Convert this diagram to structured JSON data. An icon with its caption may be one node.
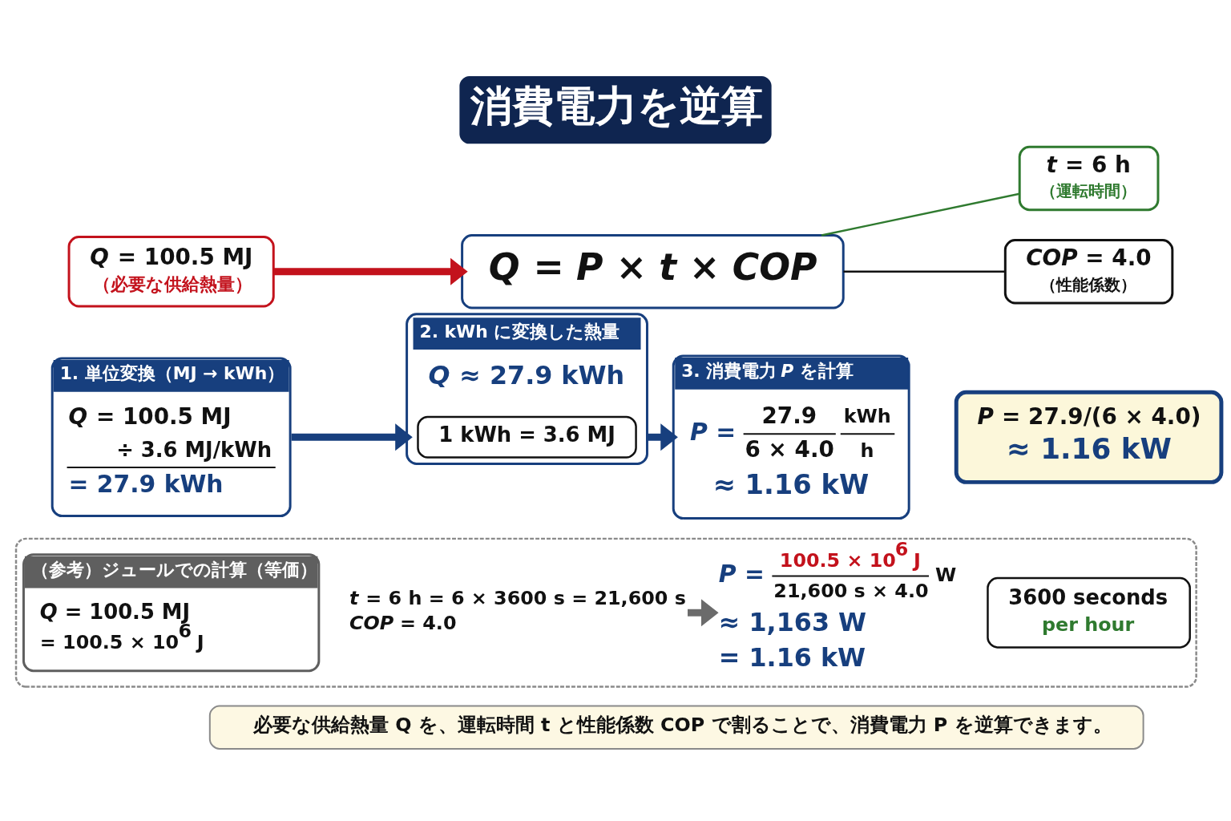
{
  "diagram": {
    "title": "消費電力を逆算",
    "nodes": [
      {
        "text": [
          "*Q* = 100.5 MJ",
          "（必要な供給熱量）"
        ]
      },
      {
        "text": [
          "*Q* = *P* × *t* × *COP*"
        ]
      },
      {
        "text": [
          "*t* = 6 h",
          "（運転時間）"
        ]
      },
      {
        "text": [
          "*COP* = 4.0",
          "（性能係数）"
        ]
      },
      {
        "text": [
          "1. 単位変換（MJ → kWh）",
          "*Q* = 100.5 MJ",
          "÷ 3.6 MJ/kWh",
          "= 27.9 kWh"
        ]
      },
      {
        "text": [
          "2. kWh に変換した熱量",
          "*Q* ≈ 27.9 kWh"
        ]
      },
      {
        "text": [
          "1 kWh = 3.6 MJ"
        ],
        "in": 5
      },
      {
        "text": [
          "3. 消費電力 *P* を計算",
          "*P* =",
          "27.9",
          "6 × 4.0",
          "kWh",
          "h",
          "≈ 1.16 kW"
        ]
      },
      {
        "text": [
          "*P* = 27.9/(6 × 4.0)",
          "≈ 1.16 kW"
        ]
      },
      {
        "text": [],
        "shape": "box"
      },
      {
        "text": [
          "（参考）ジュールでの計算（等価）",
          "*Q* = 100.5 MJ",
          "= 100.5 × 10$^{6}$ J"
        ],
        "in": 9
      },
      {
        "text": [
          "*t* = 6 h = 6 × 3600 s = 21,600 s",
          "*COP* = 4.0"
        ],
        "in": 9
      },
      {
        "text": [
          "*P* =",
          "100.5 × 10$^{6}$ J",
          "21,600 s × 4.0",
          "W",
          "≈ 1,163 W",
          "= 1.16 kW"
        ],
        "in": 9
      },
      {
        "text": [
          "3600 seconds",
          "per hour"
        ],
        "in": 9
      },
      {
        "text": [
          "必要な供給熱量 *Q* を、運転時間 *t* と性能係数 COP で割ることで、消費電力 *P* を逆算できます。"
        ]
      }
    ],
    "edges": [
      {
        "from": 0,
        "to": 1,
        "arrow": "to",
        "color": "#c3121c"
      },
      {
        "from": 1,
        "to": 2,
        "arrow": "none",
        "color": "#2f7a2f"
      },
      {
        "from": 1,
        "to": 3,
        "arrow": "none",
        "color": "#111111"
      },
      {
        "from": 4,
        "to": 5,
        "arrow": "to"
      },
      {
        "from": 5,
        "to": 7,
        "arrow": "to"
      },
      {
        "from": 11,
        "to": 12,
        "arrow": "to",
        "color": "#6b6b6b"
      }
    ]
  }
}
